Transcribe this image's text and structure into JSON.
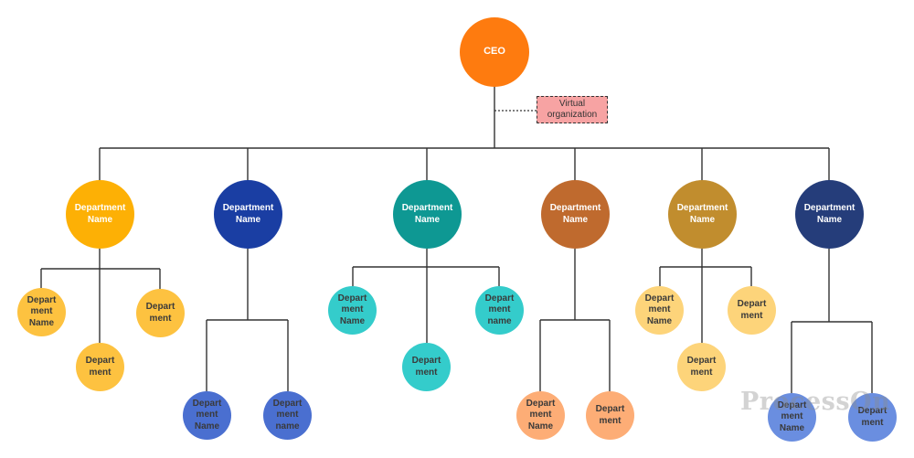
{
  "ceo": {
    "label": "CEO",
    "color": "#fe7b0f"
  },
  "virtual_org": {
    "label": "Virtual\norganization",
    "color": "#f7a3a3"
  },
  "departments": [
    {
      "label": "Department\nName",
      "color": "#fdb005",
      "children": [
        {
          "label": "Depart\nment\nName",
          "color": "#fdc240"
        },
        {
          "label": "Depart\nment",
          "color": "#fdc240"
        },
        {
          "label": "Depart\nment",
          "color": "#fdc240"
        }
      ]
    },
    {
      "label": "Department\nName",
      "color": "#1a3ea3",
      "children": [
        {
          "label": "Depart\nment\nName",
          "color": "#4a6fd0"
        },
        {
          "label": "Depart\nment\nname",
          "color": "#4a6fd0"
        }
      ]
    },
    {
      "label": "Department\nName",
      "color": "#0e9893",
      "children": [
        {
          "label": "Depart\nment\nName",
          "color": "#34cccb"
        },
        {
          "label": "Depart\nment",
          "color": "#34cccb"
        },
        {
          "label": "Depart\nment\nname",
          "color": "#34cccb"
        }
      ]
    },
    {
      "label": "Department\nName",
      "color": "#bf6a2e",
      "children": [
        {
          "label": "Depart\nment\nName",
          "color": "#fdad76"
        },
        {
          "label": "Depart\nment",
          "color": "#fdad76"
        }
      ]
    },
    {
      "label": "Department\nName",
      "color": "#c18d2e",
      "children": [
        {
          "label": "Depart\nment\nName",
          "color": "#fdd47a"
        },
        {
          "label": "Depart\nment",
          "color": "#fdd47a"
        },
        {
          "label": "Depart\nment",
          "color": "#fdd47a"
        }
      ]
    },
    {
      "label": "Department\nName",
      "color": "#253d7a",
      "children": [
        {
          "label": "Depart\nment\nName",
          "color": "#6a8ee0"
        },
        {
          "label": "Depart\nment",
          "color": "#6a8ee0"
        }
      ]
    }
  ],
  "watermark": {
    "text": "ProcessOn"
  }
}
